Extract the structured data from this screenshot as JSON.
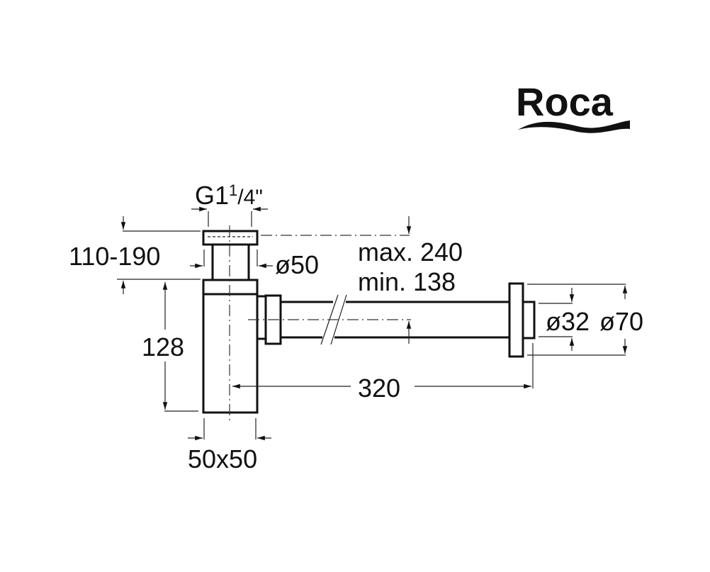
{
  "brand": {
    "logo_text": "Roca"
  },
  "labels": {
    "thread": "G1",
    "thread_sup": "1",
    "thread_frac": "/4\"",
    "height_range": "110-190",
    "neck_diameter": "ø50",
    "max_length": "max. 240",
    "min_length": "min. 138",
    "body_height": "128",
    "horizontal_length": "320",
    "body_section": "50x50",
    "outlet_diameter": "ø32",
    "flange_diameter": "ø70"
  },
  "colors": {
    "line": "#111111",
    "background": "#ffffff"
  }
}
